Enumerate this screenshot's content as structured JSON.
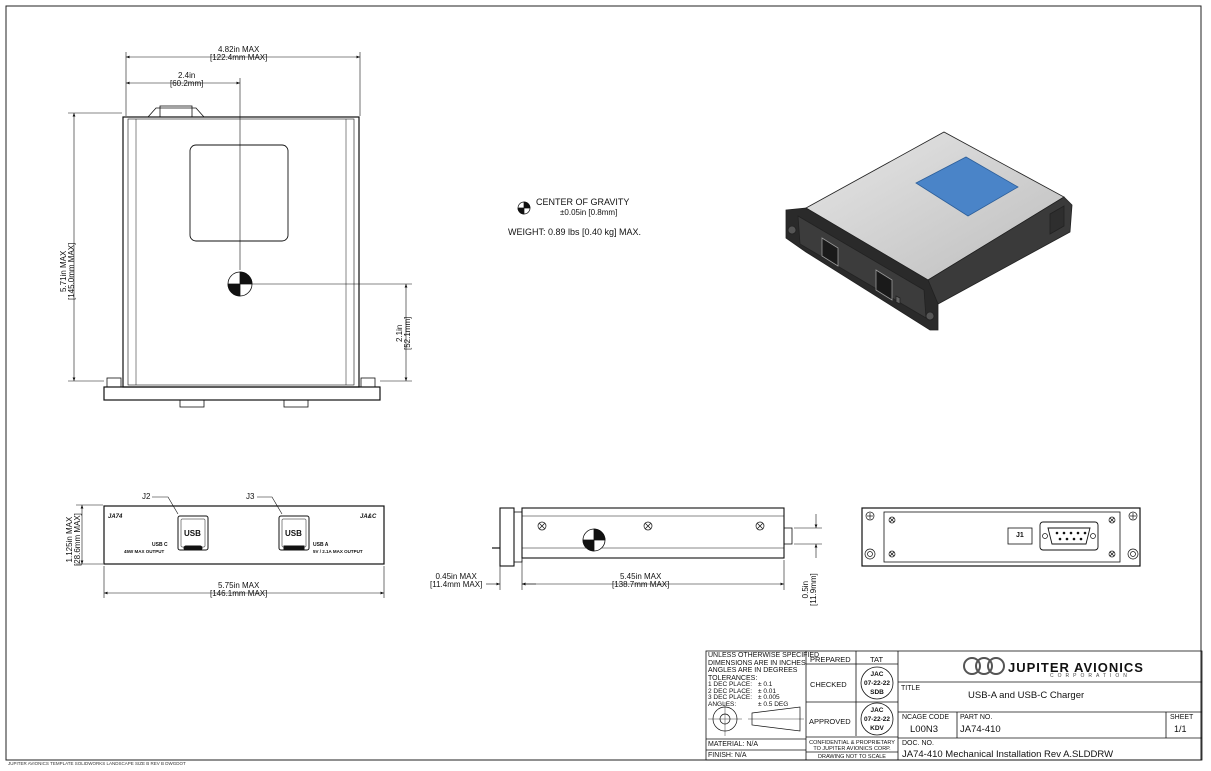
{
  "top_view": {
    "width_max": "4.82in MAX",
    "width_max_mm": "[122.4mm MAX]",
    "cg_x": "2.4in",
    "cg_x_mm": "[60.2mm]",
    "height_max": "5.71in MAX",
    "height_max_mm": "[145.0mm MAX]",
    "cg_y": "2.1in",
    "cg_y_mm": "[52.1mm]"
  },
  "notes": {
    "cog_title": "CENTER OF GRAVITY",
    "cog_tol": "±0.05in [0.8mm]",
    "weight": "WEIGHT: 0.89 lbs [0.40 kg] MAX."
  },
  "front_view": {
    "j2": "J2",
    "j3": "J3",
    "brand_left": "JA74",
    "brand_right": "JA&C",
    "usb": "USB",
    "usbc_label": "USB C",
    "usbc_spec": "45W MAX OUTPUT",
    "usba_label": "USB A",
    "usba_spec": "5V / 2.1A MAX OUTPUT",
    "height": "1.125in MAX",
    "height_mm": "[28.6mm MAX]",
    "width": "5.75in MAX",
    "width_mm": "[146.1mm MAX]"
  },
  "side_view": {
    "flange": "0.45in MAX",
    "flange_mm": "[11.4mm MAX]",
    "depth": "5.45in MAX",
    "depth_mm": "[138.7mm MAX]",
    "conn": "0.5in",
    "conn_mm": "[11.9mm]"
  },
  "rear_view": {
    "j1": "J1"
  },
  "title_block": {
    "tolerance_lines": [
      "UNLESS OTHERWISE SPECIFIED",
      "DIMENSIONS ARE IN INCHES",
      "ANGLES ARE IN DEGREES",
      "TOLERANCES:"
    ],
    "tolerances": [
      {
        "label": "1 DEC PLACE:",
        "value": "± 0.1"
      },
      {
        "label": "2 DEC PLACE:",
        "value": "± 0.01"
      },
      {
        "label": "3 DEC PLACE:",
        "value": "± 0.005"
      },
      {
        "label": "ANGLES:",
        "value": "± 0.5 DEG"
      }
    ],
    "prepared": "PREPARED",
    "tat": "TAT",
    "checked": "CHECKED",
    "checked_stamp": [
      "JAC",
      "07-22-22",
      "SDB"
    ],
    "approved": "APPROVED",
    "approved_stamp": [
      "JAC",
      "07-22-22",
      "KDV"
    ],
    "confidential_1": "CONFIDENTIAL & PROPRIETARY",
    "confidential_2": "TO JUPITER AVIONICS CORP.",
    "not_to_scale": "DRAWING NOT TO SCALE",
    "material": "MATERIAL: N/A",
    "finish": "FINISH: N/A",
    "company": "JUPITER AVIONICS",
    "company_sub": "CORPORATION",
    "title_label": "TITLE",
    "title": "USB-A and USB-C Charger",
    "ncage_label": "NCAGE CODE",
    "ncage": "L00N3",
    "part_label": "PART NO.",
    "part": "JA74-410",
    "sheet_label": "SHEET",
    "sheet": "1/1",
    "doc_label": "DOC.  NO.",
    "doc": "JA74-410 Mechanical Installation Rev A.SLDDRW"
  },
  "footer": "JUPITER AVIONICS TEMPLATE SOLIDWORKS LANDSCAPE SIZE B REV B DWGDOT",
  "colors": {
    "line": "#111111",
    "panel": "#d4d4d4",
    "window": "#4a84c8"
  }
}
